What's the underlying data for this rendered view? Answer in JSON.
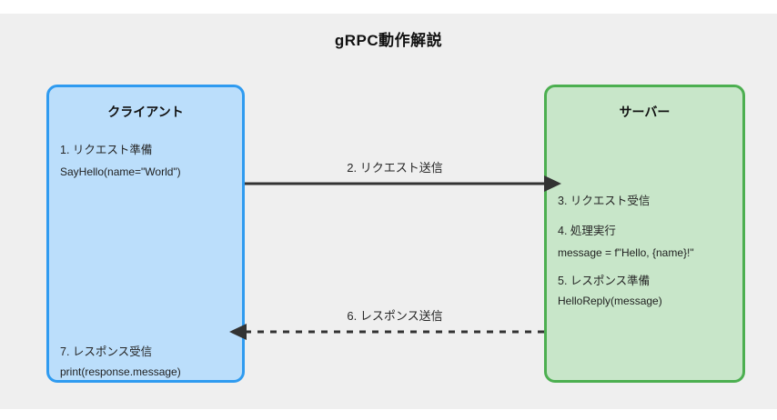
{
  "diagram": {
    "title": "gRPC動作解説",
    "client": {
      "title": "クライアント",
      "steps": [
        {
          "label": "1. リクエスト準備",
          "code": "SayHello(name=\"World\")"
        },
        {
          "label": "7. レスポンス受信",
          "code": "print(response.message)"
        }
      ]
    },
    "server": {
      "title": "サーバー",
      "steps": [
        {
          "label": "3. リクエスト受信",
          "code": ""
        },
        {
          "label": "4. 処理実行",
          "code": "message = f\"Hello, {name}!\""
        },
        {
          "label": "5. レスポンス準備",
          "code": "HelloReply(message)"
        }
      ]
    },
    "arrows": [
      {
        "label": "2. リクエスト送信",
        "style": "solid",
        "from": "client",
        "to": "server"
      },
      {
        "label": "6. レスポンス送信",
        "style": "dashed",
        "from": "server",
        "to": "client"
      }
    ],
    "colors": {
      "page_background": "#ffffff",
      "canvas_background": "#efefef",
      "client_fill": "#bbdefb",
      "client_border": "#2f9bf0",
      "server_fill": "#c8e6c9",
      "server_border": "#4caf50",
      "arrow": "#333333",
      "text": "#262626",
      "title_text": "#111111"
    }
  }
}
